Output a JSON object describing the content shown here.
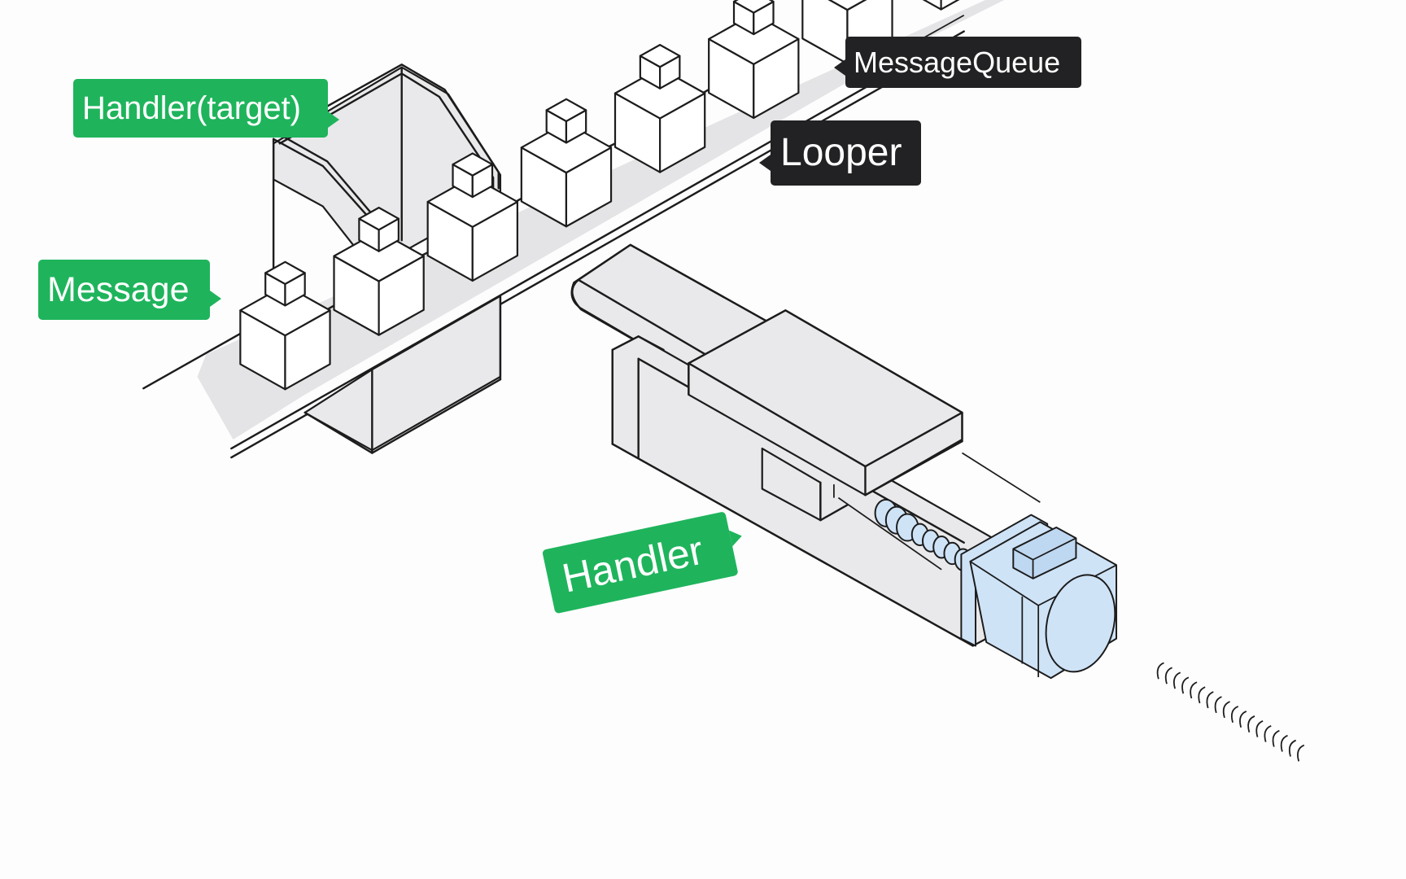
{
  "diagram": {
    "title": "Android Handler / Looper / MessageQueue conveyor analogy",
    "labels": {
      "handler_target": "Handler(target)",
      "message": "Message",
      "message_queue": "MessageQueue",
      "looper": "Looper",
      "handler": "Handler"
    },
    "colors": {
      "green_label": "#1fb45c",
      "dark_label": "#222224",
      "motor_blue": "#cfe3f7",
      "background": "#fdfdfe"
    },
    "components": [
      {
        "name": "conveyor-belt",
        "represents": "MessageQueue"
      },
      {
        "name": "message-boxes",
        "count_visible": 8,
        "represents": "Message"
      },
      {
        "name": "pickup-arm",
        "represents": "Handler(target)"
      },
      {
        "name": "linear-actuator",
        "represents": "Looper"
      },
      {
        "name": "motor",
        "represents": "Handler"
      },
      {
        "name": "spring-coil"
      }
    ]
  }
}
